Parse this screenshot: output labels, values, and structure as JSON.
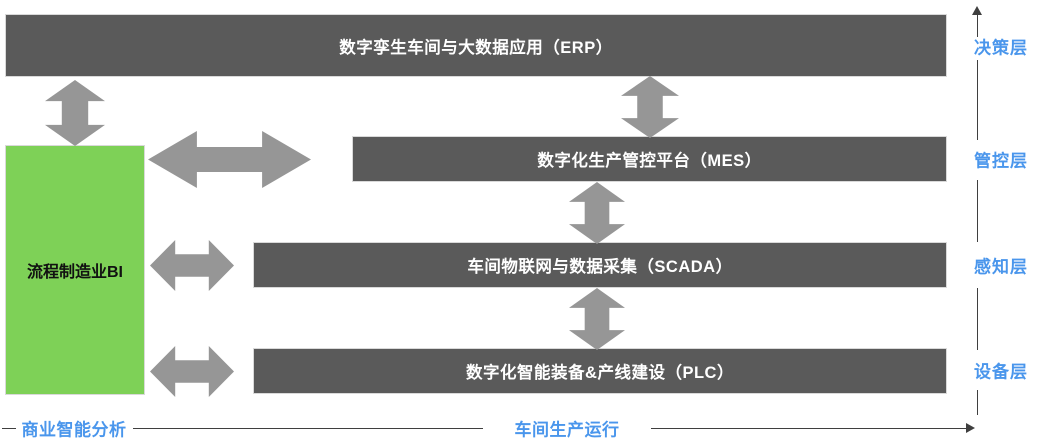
{
  "diagram": {
    "title_note": "数字化工厂分层架构图",
    "colors": {
      "bar_fill": "#5a5a5a",
      "bar_text": "#ffffff",
      "green_fill": "#7ed157",
      "green_text": "#111111",
      "arrow_fill": "#969696",
      "label_blue": "#4a96ec",
      "axis_dark": "#3f3f3f",
      "background": "#ffffff"
    },
    "platforms": [
      {
        "id": "erp",
        "label": "数字孪生车间与大数据应用（ERP）"
      },
      {
        "id": "mes",
        "label": "数字化生产管控平台（MES）"
      },
      {
        "id": "scada",
        "label": "车间物联网与数据采集（SCADA）"
      },
      {
        "id": "plc",
        "label": "数字化智能装备&产线建设（PLC）"
      }
    ],
    "side_panel": {
      "id": "bi",
      "label": "流程制造业BI"
    },
    "layer_axis": {
      "labels": [
        {
          "id": "decision",
          "label": "决策层"
        },
        {
          "id": "management",
          "label": "管控层"
        },
        {
          "id": "perception",
          "label": "感知层"
        },
        {
          "id": "equipment",
          "label": "设备层"
        }
      ]
    },
    "bottom_axis": {
      "labels": [
        {
          "id": "bi-analysis",
          "label": "商业智能分析"
        },
        {
          "id": "shopfloor-ops",
          "label": "车间生产运行"
        }
      ]
    },
    "connectors": [
      {
        "id": "erp-bi",
        "kind": "vertical-double-arrow"
      },
      {
        "id": "erp-mes",
        "kind": "vertical-double-arrow"
      },
      {
        "id": "mes-scada",
        "kind": "vertical-double-arrow"
      },
      {
        "id": "scada-plc",
        "kind": "vertical-double-arrow"
      },
      {
        "id": "bi-mes",
        "kind": "horizontal-double-arrow"
      },
      {
        "id": "bi-scada",
        "kind": "horizontal-double-arrow"
      },
      {
        "id": "bi-plc",
        "kind": "horizontal-double-arrow"
      }
    ]
  }
}
